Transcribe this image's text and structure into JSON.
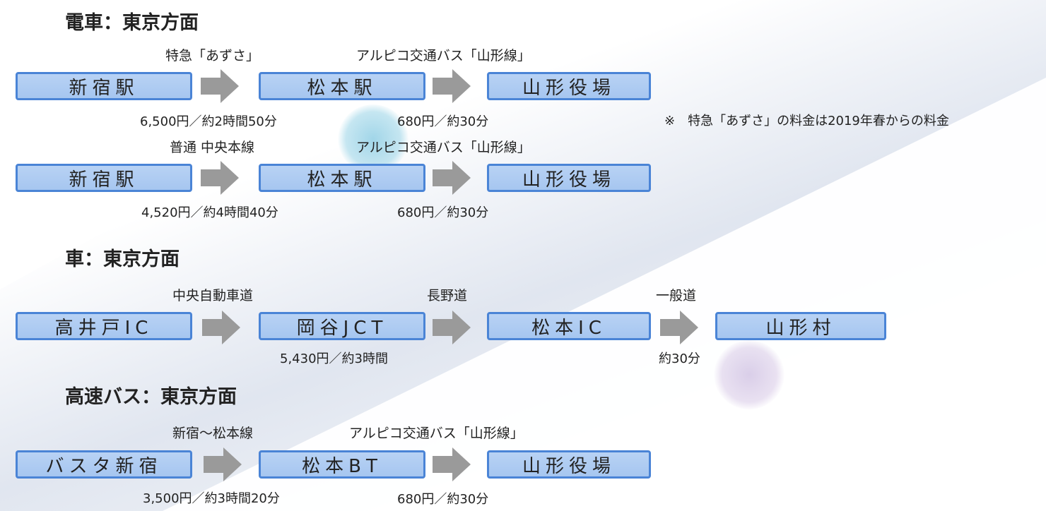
{
  "sections": {
    "train": {
      "heading": "電車：東京方面",
      "row1": {
        "from": "新宿駅",
        "via": "松本駅",
        "to": "山形役場",
        "route1": "特急「あずさ」",
        "route2": "アルピコ交通バス「山形線」",
        "cost1": "6,500円／約2時間50分",
        "cost2": "680円／約30分"
      },
      "row2": {
        "from": "新宿駅",
        "via": "松本駅",
        "to": "山形役場",
        "route1": "普通 中央本線",
        "route2": "アルピコ交通バス「山形線」",
        "cost1": "4,520円／約4時間40分",
        "cost2": "680円／約30分"
      },
      "note": "※　特急「あずさ」の料金は2019年春からの料金"
    },
    "car": {
      "heading": "車：東京方面",
      "from": "高井戸IC",
      "via1": "岡谷JCT",
      "via2": "松本IC",
      "to": "山形村",
      "route1": "中央自動車道",
      "route2": "長野道",
      "route3": "一般道",
      "cost1": "5,430円／約3時間",
      "cost3": "約30分"
    },
    "bus": {
      "heading": "高速バス：東京方面",
      "from": "バスタ新宿",
      "via": "松本BT",
      "to": "山形役場",
      "route1": "新宿〜松本線",
      "route2": "アルピコ交通バス「山形線」",
      "cost1": "3,500円／約3時間20分",
      "cost2": "680円／約30分"
    }
  },
  "colors": {
    "box_fill": "#a8c8f0",
    "box_border": "#4a84d6",
    "arrow": "#9a9a9a",
    "blob_blue": "#9fd2e6",
    "blob_purple": "#d4c6e4"
  }
}
